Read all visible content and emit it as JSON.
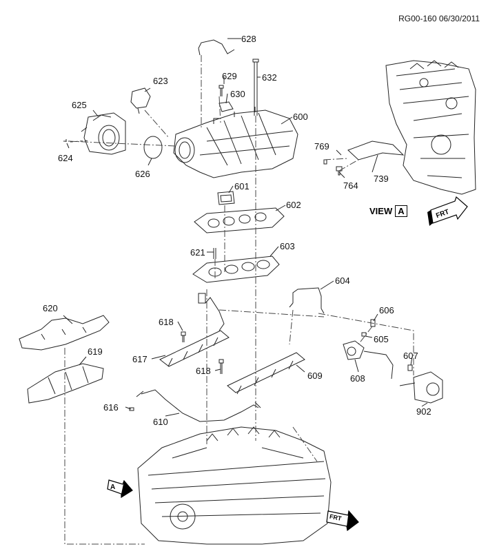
{
  "document_id": "RG00-160 06/30/2011",
  "view_label": "VIEW",
  "view_letter": "A",
  "arrow_a_letter": "A",
  "front_label": "FRT",
  "callouts": {
    "c600": "600",
    "c601": "601",
    "c602": "602",
    "c603": "603",
    "c604": "604",
    "c605": "605",
    "c606": "606",
    "c607": "607",
    "c608": "608",
    "c609": "609",
    "c610": "610",
    "c616": "616",
    "c617": "617",
    "c618a": "618",
    "c618b": "618",
    "c619": "619",
    "c620": "620",
    "c621": "621",
    "c623": "623",
    "c624": "624",
    "c625": "625",
    "c626": "626",
    "c628": "628",
    "c629": "629",
    "c630": "630",
    "c632": "632",
    "c739": "739",
    "c764": "764",
    "c769": "769",
    "c902": "902"
  }
}
